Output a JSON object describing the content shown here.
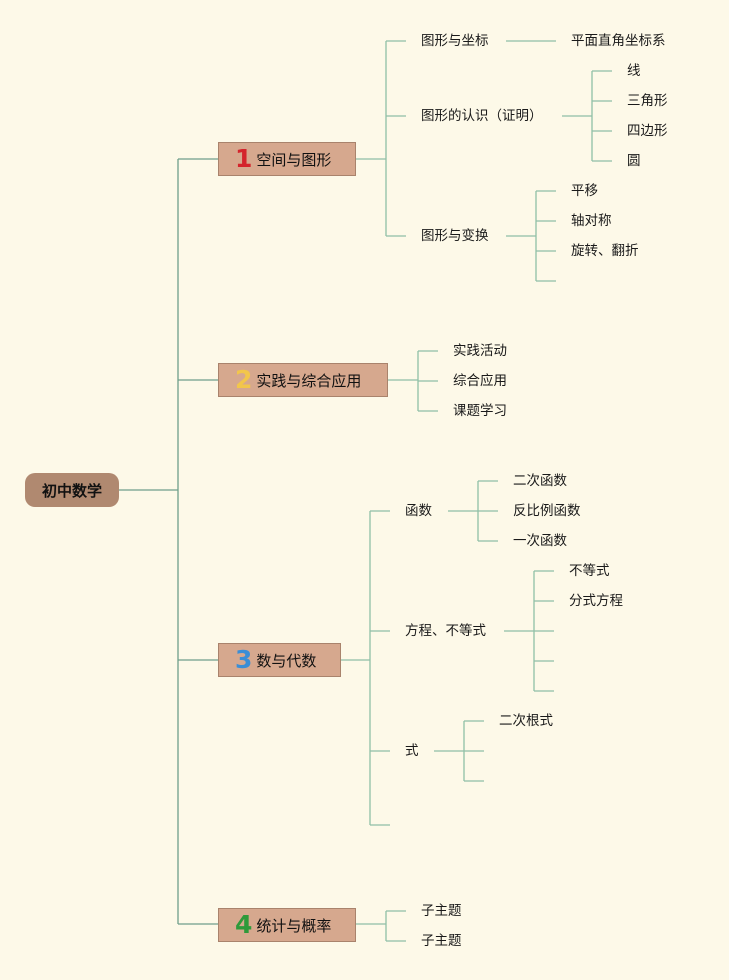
{
  "root": "初中数学",
  "colors": {
    "background": "#fdf9e8",
    "line": "#8fbfa6",
    "root_fill": "#b08970",
    "branch_fill": "#d6a88e",
    "num1": "#d4242c",
    "num2": "#f2c64b",
    "num3": "#3a8ed6",
    "num4": "#2e9a3a"
  },
  "branches": [
    {
      "number": "1",
      "label": "空间与图形",
      "children": [
        {
          "label": "图形与坐标",
          "children": [
            "平面直角坐标系"
          ]
        },
        {
          "label": "图形的认识（证明）",
          "children": [
            "线",
            "三角形",
            "四边形",
            "圆"
          ]
        },
        {
          "label": "图形与变换",
          "children": [
            "平移",
            "轴对称",
            "旋转、翻折",
            ""
          ]
        }
      ]
    },
    {
      "number": "2",
      "label": "实践与综合应用",
      "children": [
        {
          "label": "实践活动"
        },
        {
          "label": "综合应用"
        },
        {
          "label": "课题学习"
        }
      ]
    },
    {
      "number": "3",
      "label": "数与代数",
      "children": [
        {
          "label": "函数",
          "children": [
            "二次函数",
            "反比例函数",
            "一次函数"
          ]
        },
        {
          "label": "方程、不等式",
          "children": [
            "不等式",
            "分式方程",
            "",
            "",
            ""
          ]
        },
        {
          "label": "式",
          "children": [
            "二次根式",
            "",
            ""
          ]
        },
        {
          "label": ""
        }
      ]
    },
    {
      "number": "4",
      "label": "统计与概率",
      "children": [
        {
          "label": "子主题"
        },
        {
          "label": "子主题"
        }
      ]
    }
  ]
}
